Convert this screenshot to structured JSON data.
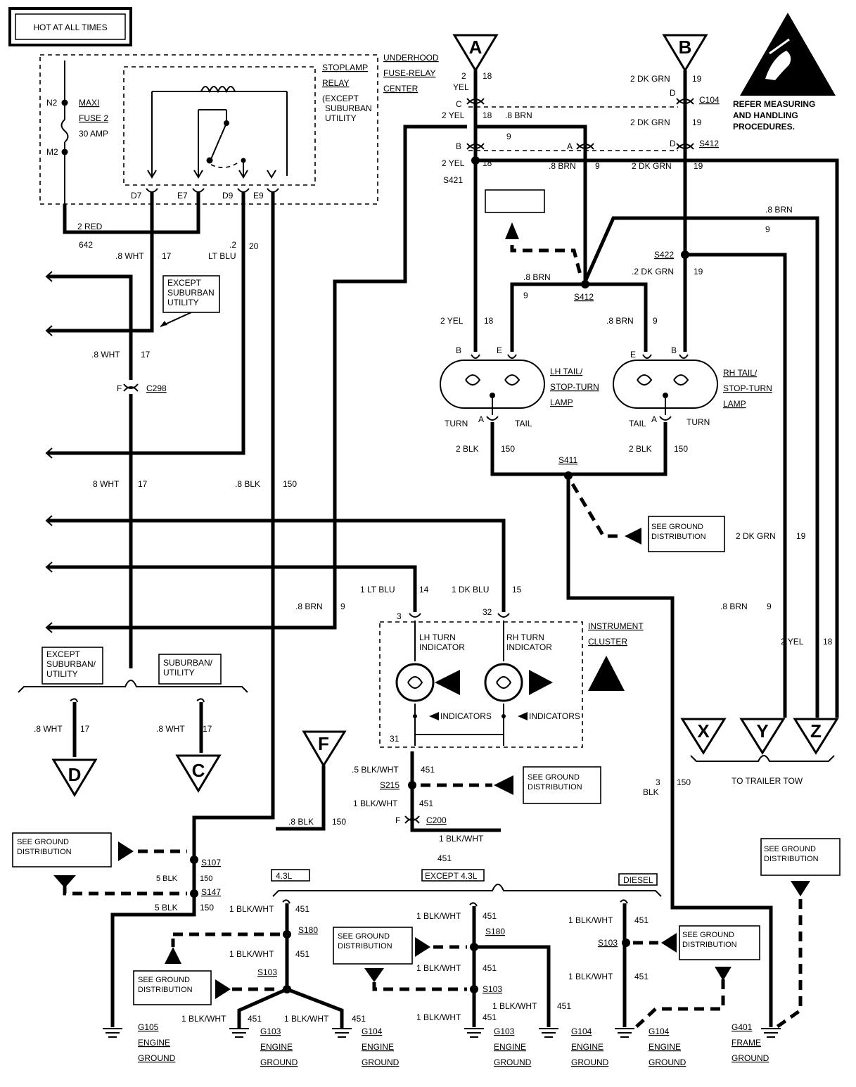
{
  "hot_at_all_times": "HOT AT ALL TIMES",
  "esd_note": [
    "REFER MEASURING",
    "AND HANDLING",
    "PROCEDURES."
  ],
  "fuse_center": {
    "line1": "UNDERHOOD",
    "line2": "FUSE-RELAY",
    "line3": "CENTER",
    "n2": "N2",
    "m2": "M2",
    "fuse_l1": "MAXI",
    "fuse_l2": "FUSE 2",
    "fuse_l3": "30 AMP",
    "relay_l1": "STOPLAMP",
    "relay_l2": "RELAY",
    "relay_l3": "(EXCEPT",
    "relay_l4": "SUBURBAN",
    "relay_l5": "UTILITY",
    "pin_d7": "D7",
    "pin_e7": "E7",
    "pin_d9": "D9",
    "pin_e9": "E9"
  },
  "connectors": {
    "a": "A",
    "b": "B",
    "c": "C",
    "d": "D",
    "f": "F",
    "x": "X",
    "y": "Y",
    "z": "Z"
  },
  "wires": {
    "red": "2 RED",
    "red_num": "642",
    "wht_8": ".8 WHT",
    "n17": "17",
    "lt_blu_2": ".2",
    "lt_blu": "LT BLU",
    "n20": "20",
    "wht8": "8 WHT",
    "blk_8": ".8 BLK",
    "n150": "150",
    "brn_8": ".8 BRN",
    "n9": "9",
    "lt_blu_1": "1 LT BLU",
    "n14": "14",
    "dk_blu_1": "1 DK BLU",
    "n15": "15",
    "yel2": "2",
    "yel": "YEL",
    "n18": "18",
    "yel_2": "2 YEL",
    "dkgrn_2": "2 DK GRN",
    "n19": "19",
    "dkgrn_2_": ".2 DK GRN",
    "blk_2": "2 BLK",
    "blkwht_5": ".5 BLK/WHT",
    "n451": "451",
    "blkwht_1": "1 BLK/WHT",
    "blk_5": "5 BLK",
    "blk_3": "3",
    "blk_3b": "BLK"
  },
  "splices": {
    "s421": "S421",
    "s412": "S412",
    "s422": "S422",
    "s411": "S411",
    "c104": "C104",
    "c298": "C298",
    "c200": "C200",
    "s215": "S215",
    "s107": "S107",
    "s147": "S147",
    "s180": "S180",
    "s103": "S103"
  },
  "pins": {
    "c": "C",
    "d": "D",
    "b": "B",
    "a": "A",
    "e": "E",
    "f": "F",
    "p3": "3",
    "p32": "32",
    "p31": "31"
  },
  "labels": {
    "except_sub": [
      "EXCEPT",
      "SUBURBAN",
      "UTILITY"
    ],
    "except_sub2": [
      "EXCEPT",
      "SUBURBAN/",
      "UTILITY"
    ],
    "sub": [
      "SUBURBAN/",
      "UTILITY"
    ],
    "lh_lamp": [
      "LH TAIL/",
      "STOP-TURN",
      "LAMP"
    ],
    "rh_lamp": [
      "RH TAIL/",
      "STOP-TURN",
      "LAMP"
    ],
    "turn": "TURN",
    "tail": "TAIL",
    "see_ground": [
      "SEE GROUND",
      "DISTRIBUTION"
    ],
    "cluster": [
      "INSTRUMENT",
      "CLUSTER"
    ],
    "lh_ind": [
      "LH TURN",
      "INDICATOR"
    ],
    "rh_ind": [
      "RH TURN",
      "INDICATOR"
    ],
    "indicators": "INDICATORS",
    "to_trailer": "TO TRAILER TOW",
    "eng43": "4.3L",
    "except43": "EXCEPT 4.3L",
    "diesel": "DIESEL",
    "g105": "G105",
    "g103": "G103",
    "g104": "G104",
    "g401": "G401",
    "engine": "ENGINE",
    "ground": "GROUND",
    "frame": "FRAME"
  }
}
